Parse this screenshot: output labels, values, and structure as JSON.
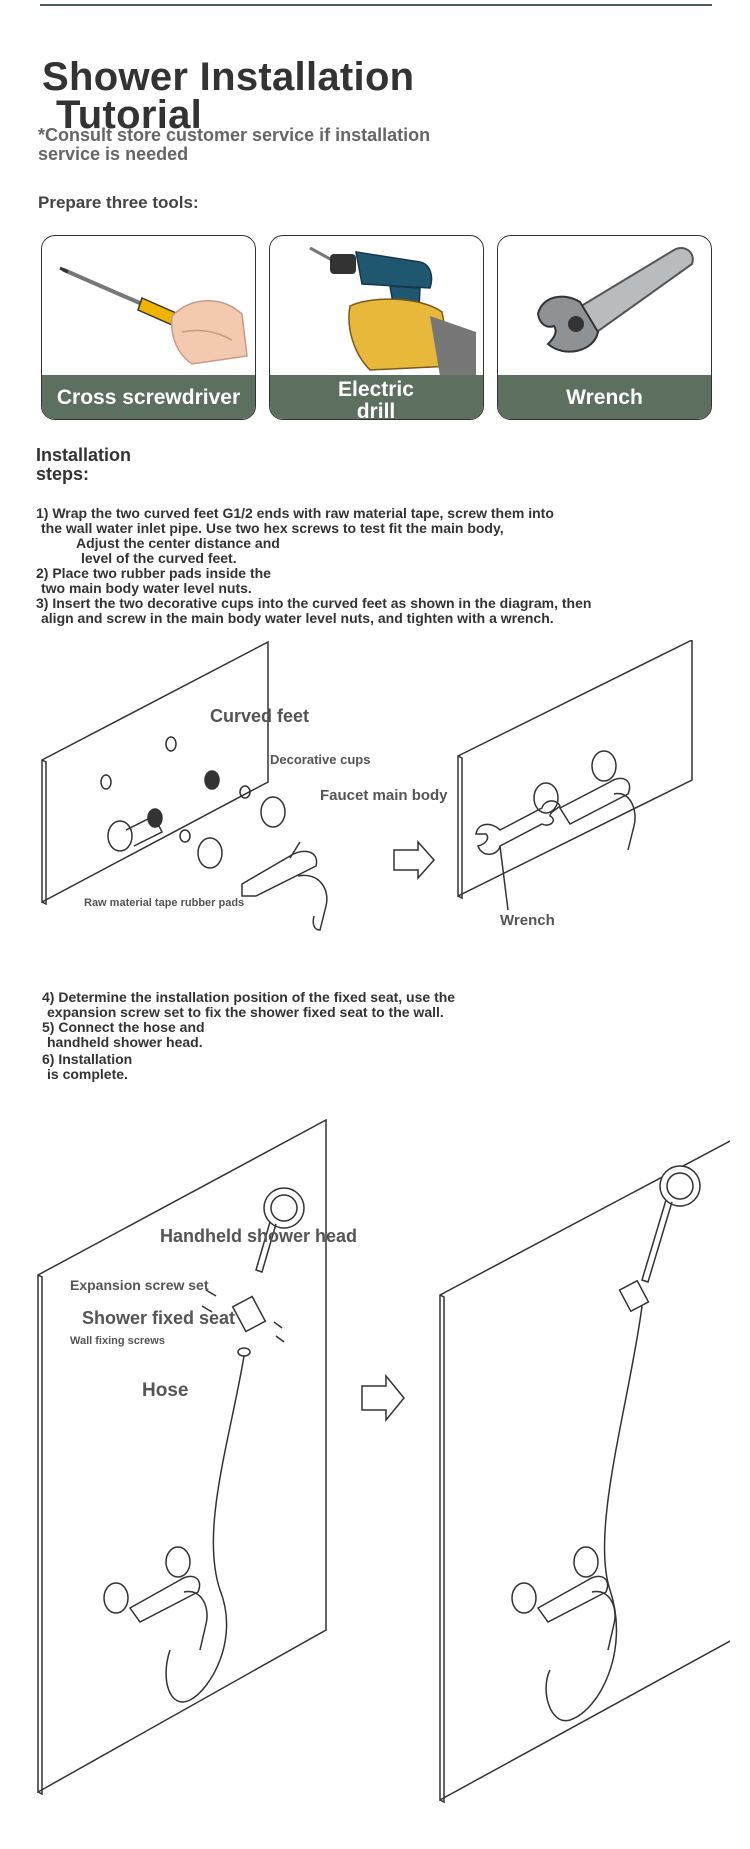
{
  "title": {
    "line1": "Shower Installation",
    "line2": "Tutorial"
  },
  "note": "*Consult store customer service if installation service is needed",
  "tools_heading": "Prepare three tools:",
  "tools": [
    {
      "label": "Cross screwdriver",
      "icon": "screwdriver-icon"
    },
    {
      "label": "Electric drill",
      "icon": "drill-icon"
    },
    {
      "label": "Wrench",
      "icon": "wrench-icon"
    }
  ],
  "steps_heading": "Installation steps:",
  "steps_part1": [
    "1) Wrap the two curved feet G1/2 ends with raw material tape, screw them into",
    "the wall water inlet pipe. Use two hex screws to test fit the main body,",
    "Adjust the center distance and",
    "level of the curved feet.",
    "2) Place two rubber pads inside the",
    "two main body water level nuts.",
    "3) Insert the two decorative cups into the curved feet as shown in the diagram, then",
    "align and screw in the main body water level nuts, and tighten with a wrench."
  ],
  "diagram1": {
    "curved_feet": "Curved feet",
    "decorative_cups": "Decorative cups",
    "faucet_main_body": "Faucet main body",
    "raw_tape": "Raw material tape rubber pads",
    "wrench": "Wrench"
  },
  "steps_part2": [
    "4) Determine the installation position of the fixed seat, use the",
    "expansion screw set to fix the shower fixed seat to the wall.",
    "5) Connect the hose and",
    "handheld shower head.",
    "6) Installation",
    "is complete."
  ],
  "diagram2": {
    "handheld_head": "Handheld shower head",
    "expansion_screw": "Expansion screw set",
    "fixed_seat": "Shower fixed seat",
    "wall_screws": "Wall fixing screws",
    "hose": "Hose"
  },
  "colors": {
    "band": "#5d6f5e",
    "text": "#333333",
    "line": "#333333"
  }
}
